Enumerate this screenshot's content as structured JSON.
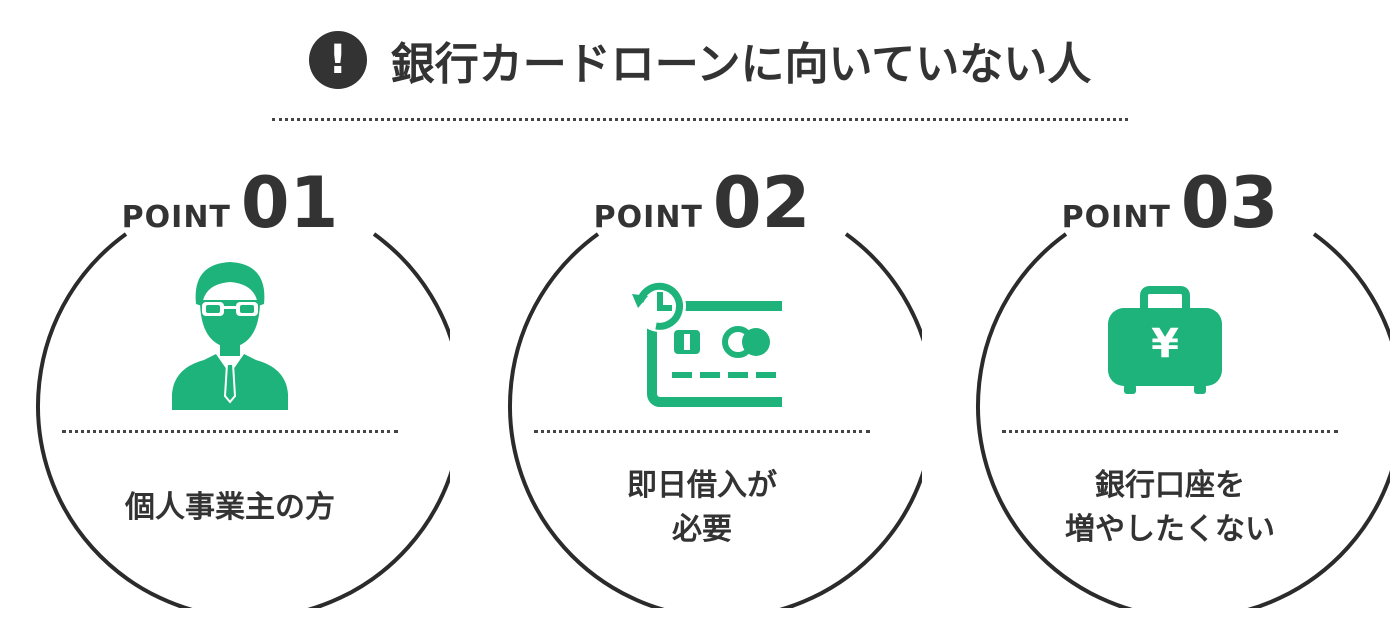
{
  "heading": {
    "icon": "exclamation-circle-icon",
    "alert_glyph": "!",
    "title": "銀行カードローンに向いていない人"
  },
  "points": [
    {
      "label": "POINT",
      "number": "01",
      "icon": "businessman-icon",
      "text_lines": [
        "個人事業主の方"
      ]
    },
    {
      "label": "POINT",
      "number": "02",
      "icon": "credit-card-clock-icon",
      "text_lines": [
        "即日借入が",
        "必要"
      ]
    },
    {
      "label": "POINT",
      "number": "03",
      "icon": "yen-bag-icon",
      "yen_glyph": "¥",
      "text_lines": [
        "銀行口座を",
        "増やしたくない"
      ]
    }
  ],
  "colors": {
    "accent": "#1db37a",
    "text": "#333333",
    "ring": "#2b2b2b"
  }
}
